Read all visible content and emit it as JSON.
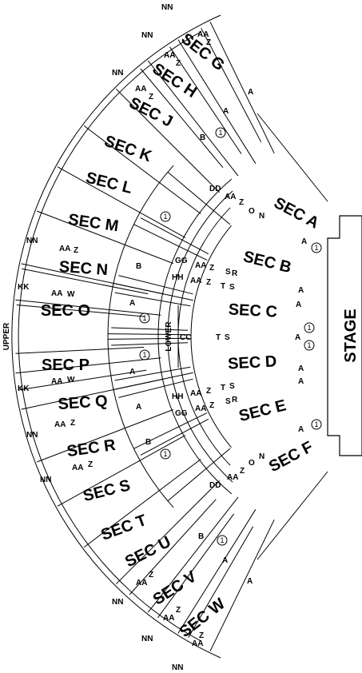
{
  "stage": "STAGE",
  "levels": {
    "upper": "UPPER",
    "lower": "LOWER"
  },
  "entrance_label": "1",
  "upper_sections": [
    {
      "label": "SEC G",
      "rows": [
        {
          "t": "NN"
        },
        {
          "t": "AA"
        },
        {
          "t": "Z"
        },
        {
          "t": "A"
        }
      ]
    },
    {
      "label": "SEC H",
      "rows": [
        {
          "t": "NN"
        },
        {
          "t": "AA"
        },
        {
          "t": "Z"
        },
        {
          "t": "A"
        }
      ]
    },
    {
      "label": "SEC J",
      "rows": [
        {
          "t": "NN"
        },
        {
          "t": "AA"
        },
        {
          "t": "Z"
        },
        {
          "t": "B"
        }
      ]
    },
    {
      "label": "SEC K",
      "rows": []
    },
    {
      "label": "SEC L",
      "rows": []
    },
    {
      "label": "SEC M",
      "rows": []
    },
    {
      "label": "SEC N",
      "rows": [
        {
          "t": "NN"
        },
        {
          "t": "AA"
        },
        {
          "t": "Z"
        },
        {
          "t": "B"
        }
      ]
    },
    {
      "label": "SEC O",
      "rows": [
        {
          "t": "KK"
        },
        {
          "t": "AA"
        },
        {
          "t": "W"
        },
        {
          "t": "A"
        }
      ]
    },
    {
      "label": "SEC P",
      "rows": [
        {
          "t": "KK"
        },
        {
          "t": "AA"
        },
        {
          "t": "W"
        },
        {
          "t": "A"
        }
      ]
    },
    {
      "label": "SEC Q",
      "rows": [
        {
          "t": "NN"
        },
        {
          "t": "AA"
        },
        {
          "t": "Z"
        },
        {
          "t": "A"
        }
      ]
    },
    {
      "label": "SEC R",
      "rows": [
        {
          "t": "NN"
        },
        {
          "t": "AA"
        },
        {
          "t": "Z"
        },
        {
          "t": "B"
        }
      ]
    },
    {
      "label": "SEC S",
      "rows": []
    },
    {
      "label": "SEC T",
      "rows": []
    },
    {
      "label": "SEC U",
      "rows": [
        {
          "t": "B"
        }
      ]
    },
    {
      "label": "SEC V",
      "rows": [
        {
          "t": "NN"
        },
        {
          "t": "AA"
        },
        {
          "t": "Z"
        },
        {
          "t": "A"
        }
      ]
    },
    {
      "label": "SEC W",
      "rows": [
        {
          "t": "NN"
        },
        {
          "t": "AA"
        },
        {
          "t": "Z"
        },
        {
          "t": "A"
        }
      ]
    }
  ],
  "lower_sections": [
    {
      "label": "SEC A",
      "rows": [
        {
          "t": "DD"
        },
        {
          "t": "AA"
        },
        {
          "t": "Z"
        },
        {
          "t": "O"
        },
        {
          "t": "N"
        },
        {
          "t": "A"
        }
      ]
    },
    {
      "label": "SEC B",
      "rows": [
        {
          "t": "GG"
        },
        {
          "t": "AA"
        },
        {
          "t": "Z"
        },
        {
          "t": "S"
        },
        {
          "t": "R"
        },
        {
          "t": "A"
        }
      ]
    },
    {
      "label": "SEC C",
      "rows": [
        {
          "t": "HH"
        },
        {
          "t": "AA"
        },
        {
          "t": "Z"
        },
        {
          "t": "T"
        },
        {
          "t": "S"
        },
        {
          "t": "A"
        }
      ]
    },
    {
      "label": "SEC D",
      "rows": [
        {
          "t": "CC"
        },
        {
          "t": "T"
        },
        {
          "t": "S"
        },
        {
          "t": "A"
        }
      ]
    },
    {
      "label": "SEC E",
      "rows": [
        {
          "t": "HH"
        },
        {
          "t": "AA"
        },
        {
          "t": "Z"
        },
        {
          "t": "T"
        },
        {
          "t": "S"
        },
        {
          "t": "A"
        }
      ]
    },
    {
      "label": "SEC F",
      "rows": [
        {
          "t": "GG"
        },
        {
          "t": "AA"
        },
        {
          "t": "Z"
        },
        {
          "t": "S"
        },
        {
          "t": "R"
        },
        {
          "t": "A"
        },
        {
          "t": "DD"
        },
        {
          "t": "AA"
        },
        {
          "t": "Z"
        },
        {
          "t": "O"
        },
        {
          "t": "N"
        }
      ]
    }
  ]
}
